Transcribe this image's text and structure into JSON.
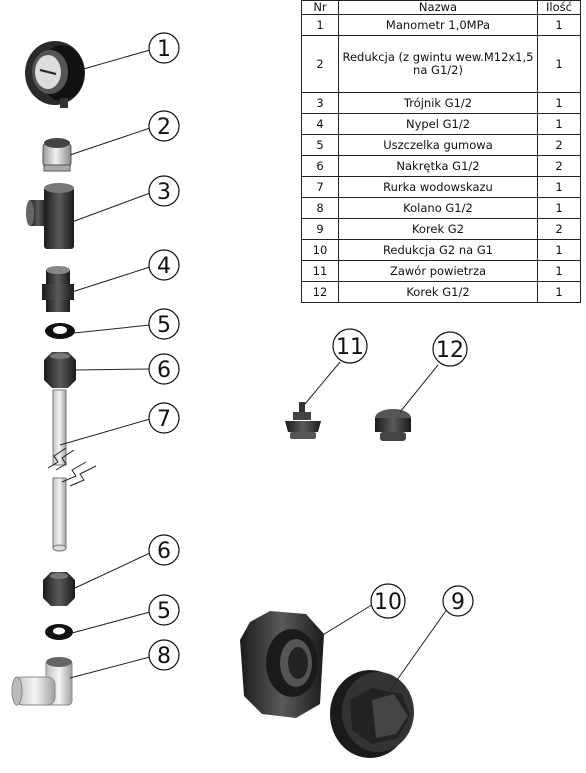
{
  "table": {
    "headers": [
      "Nr",
      "Nazwa",
      "Ilość"
    ],
    "rows": [
      {
        "nr": "1",
        "name": "Manometr 1,0MPa",
        "qty": "1"
      },
      {
        "nr": "2",
        "name": "Redukcja (z gwintu wew.M12x1,5 na G1/2)",
        "qty": "1"
      },
      {
        "nr": "3",
        "name": "Trójnik G1/2",
        "qty": "1"
      },
      {
        "nr": "4",
        "name": "Nypel G1/2",
        "qty": "1"
      },
      {
        "nr": "5",
        "name": "Uszczelka gumowa",
        "qty": "2"
      },
      {
        "nr": "6",
        "name": "Nakrętka G1/2",
        "qty": "2"
      },
      {
        "nr": "7",
        "name": "Rurka wodowskazu",
        "qty": "1"
      },
      {
        "nr": "8",
        "name": "Kolano G1/2",
        "qty": "1"
      },
      {
        "nr": "9",
        "name": "Korek G2",
        "qty": "2"
      },
      {
        "nr": "10",
        "name": "Redukcja  G2 na G1",
        "qty": "1"
      },
      {
        "nr": "11",
        "name": "Zawór powietrza",
        "qty": "1"
      },
      {
        "nr": "12",
        "name": "Korek G1/2",
        "qty": "1"
      }
    ]
  },
  "callouts": {
    "c1": "1",
    "c2": "2",
    "c3": "3",
    "c4": "4",
    "c5a": "5",
    "c6a": "6",
    "c7": "7",
    "c6b": "6",
    "c5b": "5",
    "c8": "8",
    "c9": "9",
    "c10": "10",
    "c11": "11",
    "c12": "12"
  }
}
